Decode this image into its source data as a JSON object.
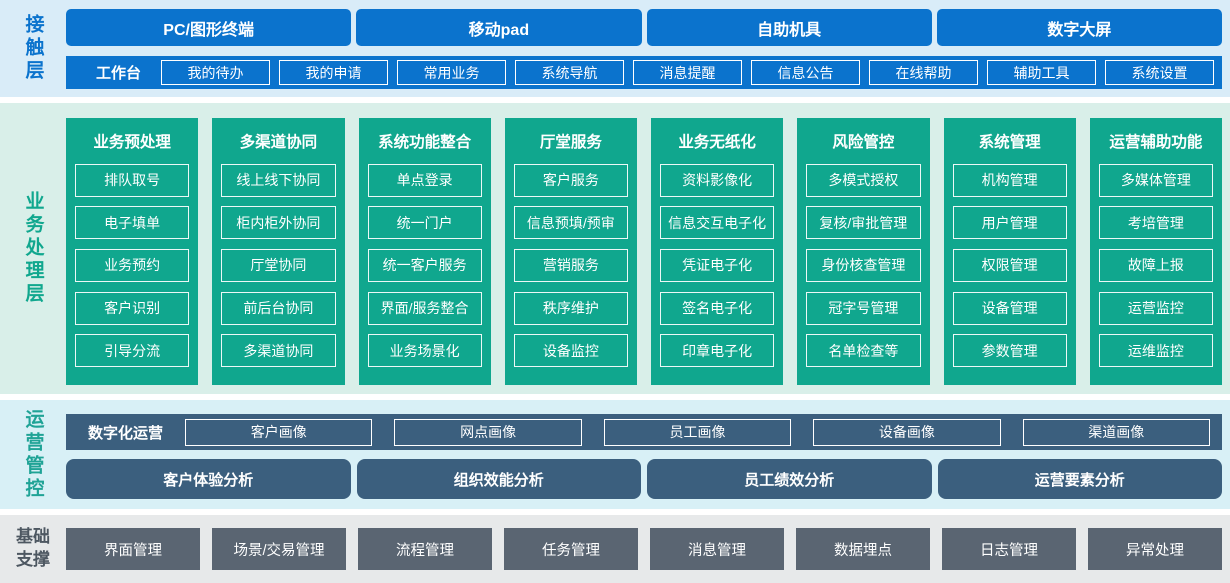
{
  "colors": {
    "blue": "#0b73cd",
    "light_blue_bg": "#d9ecf8",
    "teal": "#10a78e",
    "light_green_bg": "#d9efe9",
    "slate": "#3b5f7e",
    "light_cyan_bg": "#d8f0f6",
    "teal_label": "#1fa396",
    "gray": "#5a6572",
    "light_gray_bg": "#e7e9ea",
    "foundation_label": "#4d5761"
  },
  "contact_layer": {
    "label": "接触层",
    "terminals": [
      "PC/图形终端",
      "移动pad",
      "自助机具",
      "数字大屏"
    ],
    "workbench": {
      "label": "工作台",
      "items": [
        "我的待办",
        "我的申请",
        "常用业务",
        "系统导航",
        "消息提醒",
        "信息公告",
        "在线帮助",
        "辅助工具",
        "系统设置"
      ]
    }
  },
  "business_layer": {
    "label": "业务处理层",
    "columns": [
      {
        "title": "业务预处理",
        "items": [
          "排队取号",
          "电子填单",
          "业务预约",
          "客户识别",
          "引导分流"
        ]
      },
      {
        "title": "多渠道协同",
        "items": [
          "线上线下协同",
          "柜内柜外协同",
          "厅堂协同",
          "前后台协同",
          "多渠道协同"
        ]
      },
      {
        "title": "系统功能整合",
        "items": [
          "单点登录",
          "统一门户",
          "统一客户服务",
          "界面/服务整合",
          "业务场景化"
        ]
      },
      {
        "title": "厅堂服务",
        "items": [
          "客户服务",
          "信息预填/预审",
          "营销服务",
          "秩序维护",
          "设备监控"
        ]
      },
      {
        "title": "业务无纸化",
        "items": [
          "资料影像化",
          "信息交互电子化",
          "凭证电子化",
          "签名电子化",
          "印章电子化"
        ]
      },
      {
        "title": "风险管控",
        "items": [
          "多模式授权",
          "复核/审批管理",
          "身份核查管理",
          "冠字号管理",
          "名单检查等"
        ]
      },
      {
        "title": "系统管理",
        "items": [
          "机构管理",
          "用户管理",
          "权限管理",
          "设备管理",
          "参数管理"
        ]
      },
      {
        "title": "运营辅助功能",
        "items": [
          "多媒体管理",
          "考培管理",
          "故障上报",
          "运营监控",
          "运维监控"
        ]
      }
    ]
  },
  "operations_layer": {
    "label": "运营管控",
    "digital_ops": {
      "label": "数字化运营",
      "items": [
        "客户画像",
        "网点画像",
        "员工画像",
        "设备画像",
        "渠道画像"
      ]
    },
    "analysis": [
      "客户体验分析",
      "组织效能分析",
      "员工绩效分析",
      "运营要素分析"
    ]
  },
  "foundation_layer": {
    "label": "基础支撑",
    "items": [
      "界面管理",
      "场景/交易管理",
      "流程管理",
      "任务管理",
      "消息管理",
      "数据埋点",
      "日志管理",
      "异常处理"
    ]
  }
}
